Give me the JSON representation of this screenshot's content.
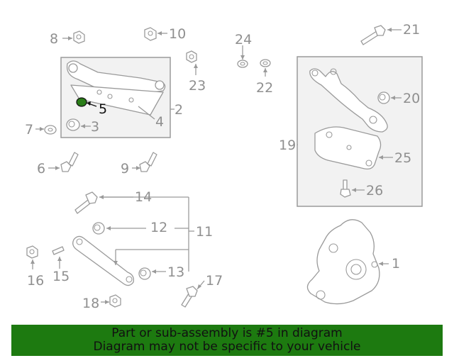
{
  "callouts": [
    {
      "n": "1"
    },
    {
      "n": "2"
    },
    {
      "n": "3"
    },
    {
      "n": "4"
    },
    {
      "n": "5"
    },
    {
      "n": "6"
    },
    {
      "n": "7"
    },
    {
      "n": "8"
    },
    {
      "n": "9"
    },
    {
      "n": "10"
    },
    {
      "n": "11"
    },
    {
      "n": "12"
    },
    {
      "n": "13"
    },
    {
      "n": "14"
    },
    {
      "n": "15"
    },
    {
      "n": "16"
    },
    {
      "n": "17"
    },
    {
      "n": "18"
    },
    {
      "n": "19"
    },
    {
      "n": "20"
    },
    {
      "n": "21"
    },
    {
      "n": "22"
    },
    {
      "n": "23"
    },
    {
      "n": "24"
    },
    {
      "n": "25"
    },
    {
      "n": "26"
    }
  ],
  "highlighted_part": "5",
  "highlight_color": "#2a7d18",
  "banner": {
    "line1": "Part or sub-assembly is #5 in diagram",
    "line2": "Diagram may not be specific to your vehicle",
    "color": "#1d7a10"
  }
}
